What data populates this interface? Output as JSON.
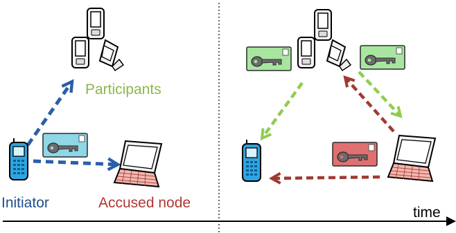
{
  "labels": {
    "participants": "Participants",
    "initiator": "Initiator",
    "accused_node": "Accused node",
    "time": "time"
  },
  "colors": {
    "participants_text": "#8ab84a",
    "initiator_text": "#1f4e8c",
    "accused_text": "#b0362f",
    "blue_arrow": "#2a5ea8",
    "green_arrow": "#8fcd4f",
    "red_arrow": "#9e3b2f",
    "blue_card": "#8fd6e6",
    "green_card": "#a8e6a0",
    "red_card": "#e07070"
  },
  "icons": [
    "phone-icon",
    "flip-phone-icon",
    "laptop-icon",
    "key-card-icon"
  ]
}
